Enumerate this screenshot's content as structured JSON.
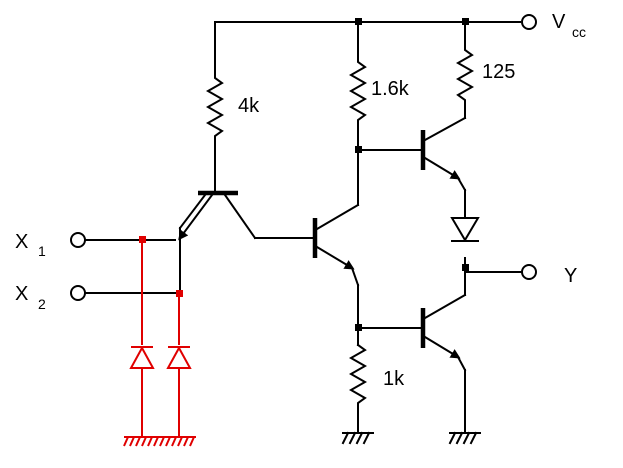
{
  "labels": {
    "vcc_main": "V",
    "vcc_sub": "cc",
    "x1_main": "X",
    "x1_sub": "1",
    "x2_main": "X",
    "x2_sub": "2",
    "output": "Y",
    "r_base": "4k",
    "r_collector": "1.6k",
    "r_totem": "125",
    "r_emitter": "1k"
  },
  "colors": {
    "wire": "#000000",
    "clamp_diodes": "#e00000"
  }
}
